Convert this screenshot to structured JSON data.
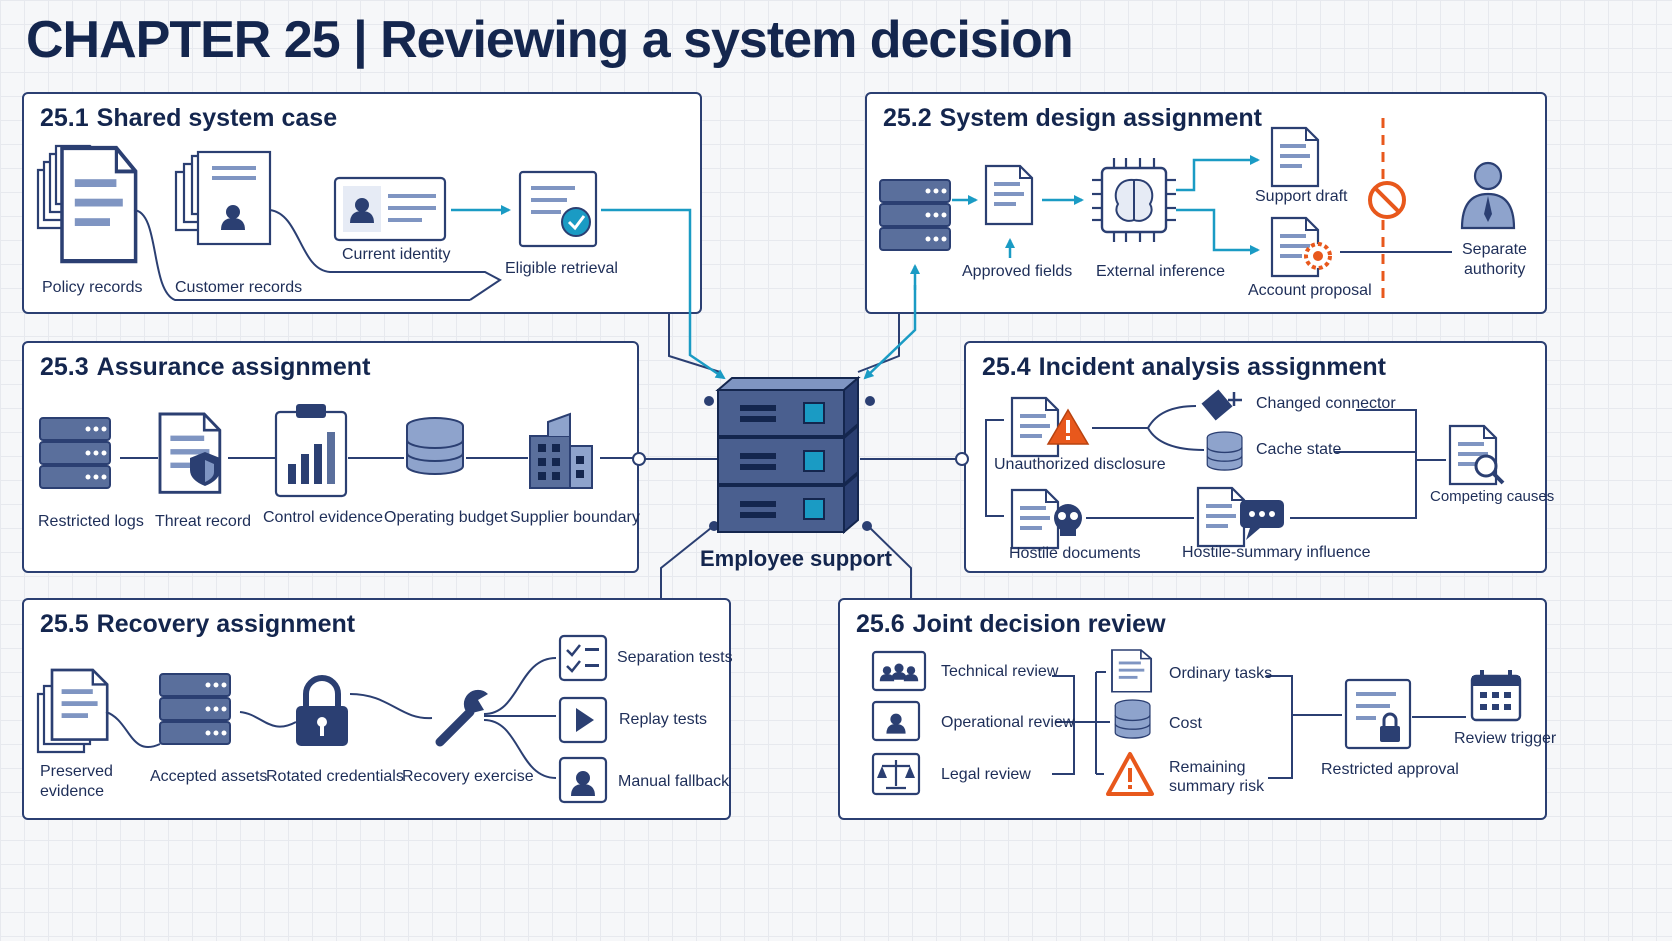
{
  "title": "CHAPTER 25 | Reviewing a system decision",
  "colors": {
    "navy": "#2b3f72",
    "teal": "#1a9bc4",
    "orange": "#e8581c",
    "slate": "#5a6f9c",
    "light": "#e6ebf5"
  },
  "center": {
    "label": "Employee support",
    "icon": "server-stack-icon"
  },
  "sections": {
    "s1": {
      "number": "25.1",
      "title": "Shared system case",
      "policy": "Policy records",
      "customer": "Customer records",
      "identity": "Current identity",
      "retrieval": "Eligible retrieval"
    },
    "s2": {
      "number": "25.2",
      "title": "System design assignment",
      "approved": "Approved fields",
      "inference": "External inference",
      "draft": "Support draft",
      "proposal": "Account proposal",
      "authority_1": "Separate",
      "authority_2": "authority"
    },
    "s3": {
      "number": "25.3",
      "title": "Assurance assignment",
      "logs": "Restricted logs",
      "threat": "Threat record",
      "control": "Control evidence",
      "budget": "Operating budget",
      "supplier": "Supplier boundary"
    },
    "s4": {
      "number": "25.4",
      "title": "Incident analysis assignment",
      "disclosure": "Unauthorized disclosure",
      "connector": "Changed connector",
      "cache": "Cache state",
      "hostile_docs": "Hostile documents",
      "hostile_summary": "Hostile-summary influence",
      "competing": "Competing causes"
    },
    "s5": {
      "number": "25.5",
      "title": "Recovery assignment",
      "evidence_1": "Preserved",
      "evidence_2": "evidence",
      "assets": "Accepted assets",
      "credentials": "Rotated credentials",
      "exercise": "Recovery exercise",
      "separation": "Separation tests",
      "replay": "Replay tests",
      "fallback": "Manual fallback"
    },
    "s6": {
      "number": "25.6",
      "title": "Joint decision review",
      "technical": "Technical review",
      "operational": "Operational review",
      "legal": "Legal review",
      "ordinary": "Ordinary tasks",
      "cost": "Cost",
      "risk_1": "Remaining",
      "risk_2": "summary risk",
      "approval": "Restricted approval",
      "trigger": "Review trigger"
    }
  }
}
